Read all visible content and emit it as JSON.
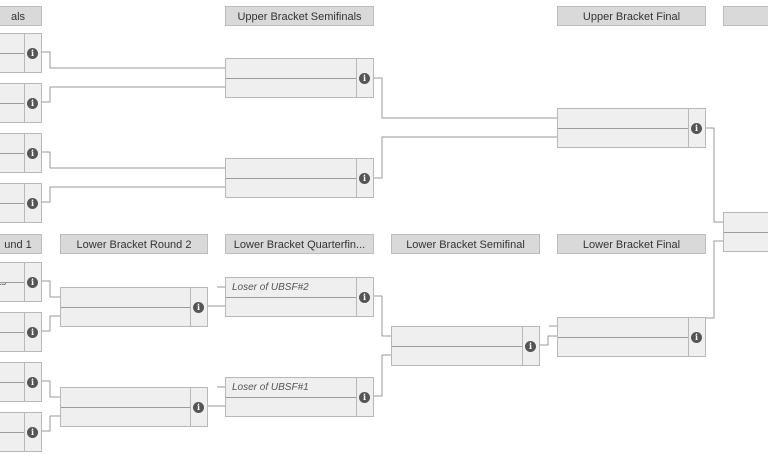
{
  "headers": {
    "ub_round1": "als",
    "ub_semis": "Upper Bracket Semifinals",
    "ub_final": "Upper Bracket Final",
    "grand_final": "",
    "lb_round1": "und 1",
    "lb_round2": "Lower Bracket Round 2",
    "lb_quarter": "Lower Bracket Quarterfin...",
    "lb_semi": "Lower Bracket Semifinal",
    "lb_final": "Lower Bracket Final"
  },
  "slots": {
    "lb_r1_m1_top": "rts",
    "lbqf_1_top": "Loser of UBSF#2",
    "lbqf_2_top": "Loser of UBSF#1"
  },
  "info_icon": {
    "glyph": "i",
    "name": "info-icon"
  },
  "colors": {
    "header_bg": "#d9d9d9",
    "match_bg": "#efefef",
    "connector": "#9a9a9a",
    "info_icon": "#555555"
  }
}
